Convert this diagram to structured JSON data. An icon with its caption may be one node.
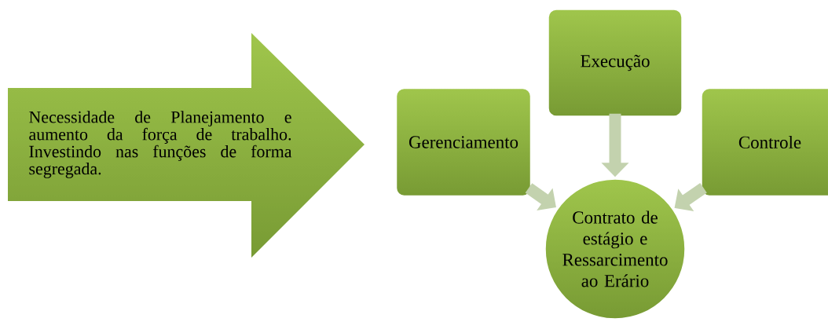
{
  "diagram": {
    "nodes": [
      {
        "text": [
          "Necessidade de Planejamento e aumento da força de trabalho. Investindo nas funções de forma segregada."
        ]
      },
      {
        "text": [
          "Gerenciamento"
        ]
      },
      {
        "text": [
          "Execução"
        ]
      },
      {
        "text": [
          "Controle"
        ]
      },
      {
        "text": [
          "Contrato de estágio e Ressarcimento ao Erário"
        ]
      }
    ],
    "edges": [
      {
        "from": 1,
        "to": 4,
        "arrow": "to"
      },
      {
        "from": 2,
        "to": 4,
        "arrow": "to"
      },
      {
        "from": 3,
        "to": 4,
        "arrow": "to"
      }
    ]
  }
}
